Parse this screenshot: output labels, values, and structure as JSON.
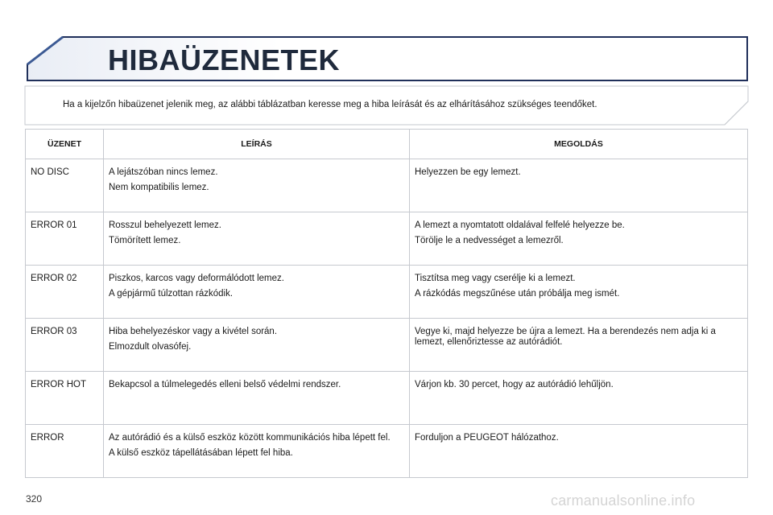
{
  "page": {
    "title": "HIBAÜZENETEK",
    "intro": "Ha a kijelzőn hibaüzenet jelenik meg, az alábbi táblázatban keresse meg a hiba leírását és az elhárításához szükséges teendőket.",
    "page_number": "320",
    "watermark": "carmanualsonline.info"
  },
  "table": {
    "headers": [
      "ÜZENET",
      "LEÍRÁS",
      "MEGOLDÁS"
    ],
    "rows": [
      {
        "code": "NO DISC",
        "description": [
          "A lejátszóban nincs lemez.",
          "Nem kompatibilis lemez."
        ],
        "solution": [
          "Helyezzen be egy lemezt."
        ]
      },
      {
        "code": "ERROR 01",
        "description": [
          "Rosszul behelyezett lemez.",
          "Tömörített lemez."
        ],
        "solution": [
          "A lemezt a nyomtatott oldalával felfelé helyezze be.",
          "Törölje le a nedvességet a lemezről."
        ]
      },
      {
        "code": "ERROR 02",
        "description": [
          "Piszkos, karcos vagy deformálódott lemez.",
          "A gépjármű túlzottan rázkódik."
        ],
        "solution": [
          "Tisztítsa meg vagy cserélje ki a lemezt.",
          "A rázkódás megszűnése után próbálja meg ismét."
        ]
      },
      {
        "code": "ERROR 03",
        "description": [
          "Hiba behelyezéskor vagy a kivétel során.",
          "Elmozdult olvasófej."
        ],
        "solution": [
          "Vegye ki, majd helyezze be újra a lemezt. Ha a berendezés nem adja ki a lemezt, ellenőriztesse az autórádiót."
        ]
      },
      {
        "code": "ERROR HOT",
        "description": [
          "Bekapcsol a túlmelegedés elleni belső védelmi rendszer."
        ],
        "solution": [
          "Várjon kb. 30 percet, hogy az autórádió lehűljön."
        ]
      },
      {
        "code": "ERROR",
        "description": [
          "Az autórádió és a külső eszköz között kommunikációs hiba lépett fel.",
          "A külső eszköz tápellátásában lépett fel hiba."
        ],
        "solution": [
          "Forduljon a PEUGEOT hálózathoz."
        ]
      }
    ]
  },
  "colors": {
    "banner_blue": "#3c5a94",
    "banner_outline": "#1f2f5a",
    "table_border": "#c6c9cf"
  }
}
